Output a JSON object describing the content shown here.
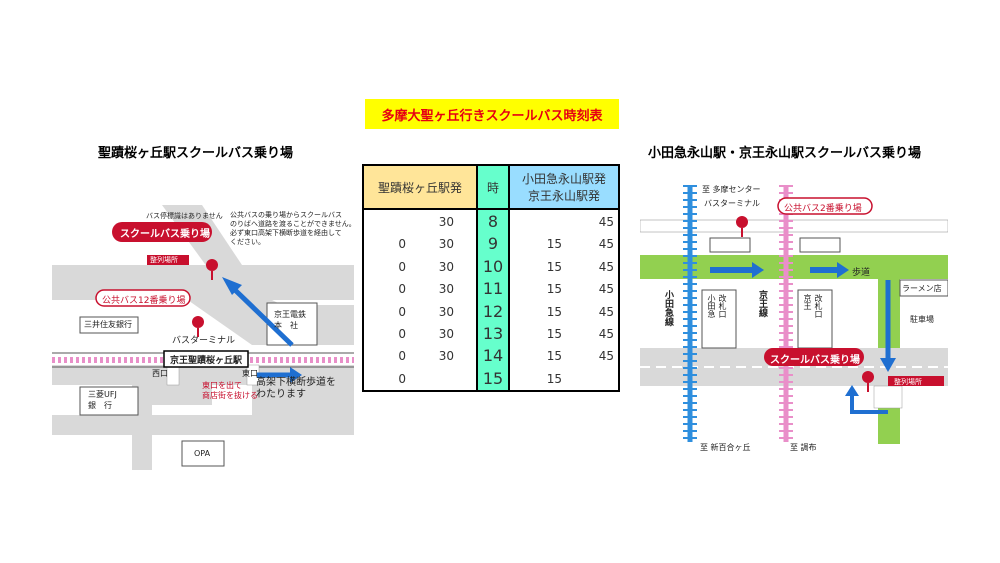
{
  "title": "多摩大聖ヶ丘行きスクールバス時刻表",
  "left_map": {
    "title": "聖蹟桜ヶ丘駅スクールバス乗り場",
    "labels": {
      "no_bus_stop": "バス停標識はありません",
      "notice": "公共バスの乗り場からスクールバス\nのりばへ道路を渡ることができません。\n必ず東口高架下横断歩道を経由して\nください。",
      "school_bus_stop": "スクールバス乗り場",
      "public_bus_stop": "公共バス12番乗り場",
      "waiting_line": "整列場所",
      "bus_terminal": "バスターミナル",
      "keio_hq": "京王電鉄\n本　社",
      "bank1": "三井住友銀行",
      "bank2": "三菱UFJ\n銀　行",
      "station": "京王聖蹟桜ヶ丘駅",
      "west_exit": "西口",
      "east_exit": "東口",
      "exit_note": "東口を出て\n商店街を抜ける",
      "crosswalk_note": "高架下横断歩道を\nわたります",
      "opa": "OPA"
    }
  },
  "right_map": {
    "title": "小田急永山駅・京王永山駅スクールバス乗り場",
    "labels": {
      "to_tama_center": "至 多摩センター",
      "bus_terminal": "バスターミナル",
      "public_bus_stop": "公共バス2番乗り場",
      "sidewalk": "歩道",
      "ramen": "ラーメン店",
      "parking": "駐車場",
      "odakyu_line": "小田急線",
      "keio_line": "京王線",
      "odakyu_gate": "改札口\n小田急",
      "keio_gate": "改札口\n京王",
      "school_bus_stop": "スクールバス乗り場",
      "waiting_line": "整列場所",
      "to_shinyurigaoka": "至 新百合ヶ丘",
      "to_chofu": "至 調布"
    }
  },
  "timetable": {
    "header_left": "聖蹟桜ヶ丘駅発",
    "header_hour": "時",
    "header_right_line1": "小田急永山駅発",
    "header_right_line2": "京王永山駅発",
    "rows": [
      {
        "left": [
          "",
          "30"
        ],
        "hour": "8",
        "right": [
          "",
          "45"
        ]
      },
      {
        "left": [
          "0",
          "30"
        ],
        "hour": "9",
        "right": [
          "15",
          "45"
        ]
      },
      {
        "left": [
          "0",
          "30"
        ],
        "hour": "10",
        "right": [
          "15",
          "45"
        ]
      },
      {
        "left": [
          "0",
          "30"
        ],
        "hour": "11",
        "right": [
          "15",
          "45"
        ]
      },
      {
        "left": [
          "0",
          "30"
        ],
        "hour": "12",
        "right": [
          "15",
          "45"
        ]
      },
      {
        "left": [
          "0",
          "30"
        ],
        "hour": "13",
        "right": [
          "15",
          "45"
        ]
      },
      {
        "left": [
          "0",
          "30"
        ],
        "hour": "14",
        "right": [
          "15",
          "45"
        ]
      },
      {
        "left": [
          "0",
          ""
        ],
        "hour": "15",
        "right": [
          "15",
          ""
        ]
      }
    ],
    "colors": {
      "left_header": "#ffe599",
      "hour_col": "#66ffcc",
      "right_header": "#99ddff"
    }
  },
  "colors": {
    "accent_red": "#c8102e",
    "route_blue": "#1f6fd1",
    "sidewalk_green": "#92d050",
    "keio_pink": "#e98fc9",
    "odakyu_blue": "#2f8fde"
  }
}
